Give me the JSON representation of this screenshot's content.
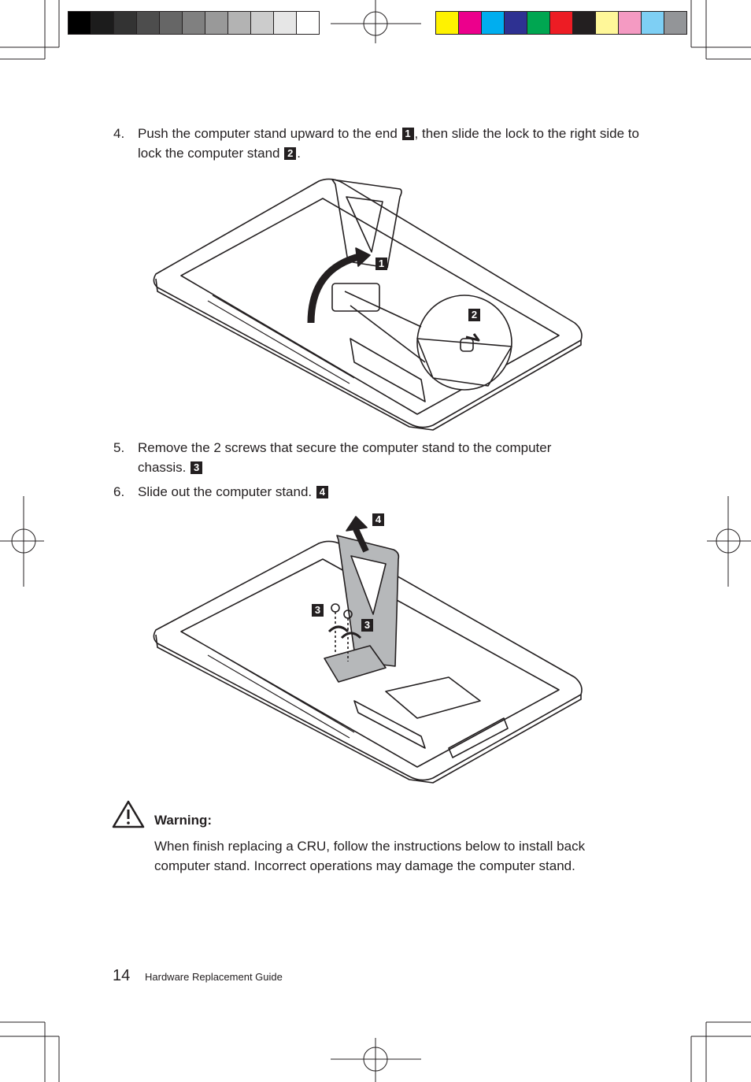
{
  "steps": [
    {
      "number": "4.",
      "text_a": "Push the computer stand upward to the end ",
      "badge_a": "1",
      "text_b": ", then slide the lock to the right side to lock the computer stand ",
      "badge_b": "2",
      "text_c": "."
    },
    {
      "number": "5.",
      "text_a": "Remove the 2 screws that secure the computer stand to the computer chassis. ",
      "badge_a": "3"
    },
    {
      "number": "6.",
      "text_a": "Slide out the computer stand. ",
      "badge_a": "4"
    }
  ],
  "figure1": {
    "callouts": [
      "1",
      "2"
    ]
  },
  "figure2": {
    "callouts": [
      "4",
      "3",
      "3"
    ]
  },
  "warning": {
    "title": "Warning:",
    "text": "When finish replacing a CRU, follow the instructions below to install back computer stand. Incorrect operations may damage the computer stand."
  },
  "footer": {
    "page_number": "14",
    "title": "Hardware Replacement Guide"
  },
  "print_marks": {
    "grayscale": [
      "#000000",
      "#1c1c1c",
      "#333333",
      "#4d4d4d",
      "#666666",
      "#808080",
      "#999999",
      "#b3b3b3",
      "#cccccc",
      "#e6e6e6",
      "#ffffff"
    ],
    "colors": [
      "#fff200",
      "#ec008c",
      "#00aeef",
      "#2e3192",
      "#00a651",
      "#ed1c24",
      "#231f20",
      "#fff799",
      "#f49ac2",
      "#7ecff4",
      "#939598"
    ]
  }
}
